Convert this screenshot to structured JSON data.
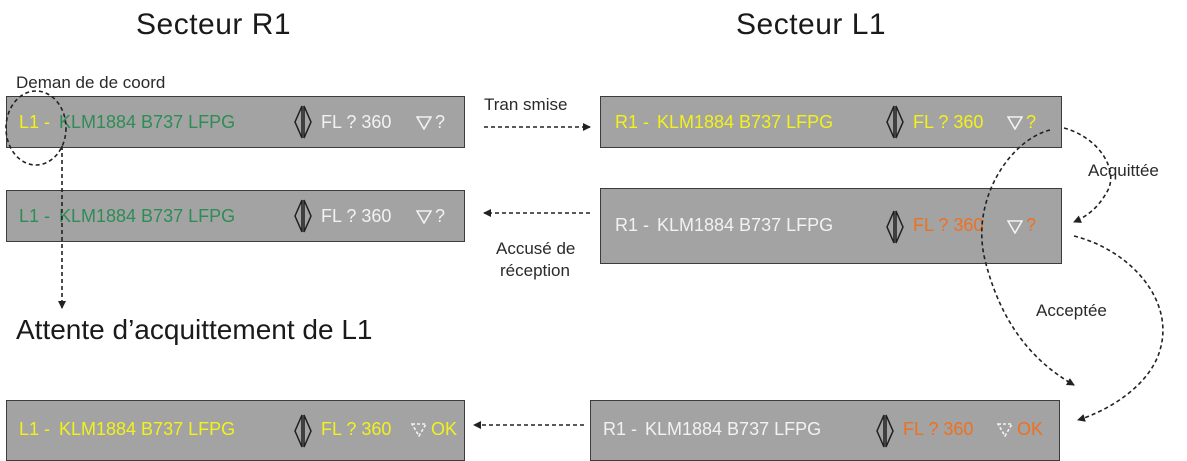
{
  "titles": {
    "left": "Secteur R1",
    "right": "Secteur L1"
  },
  "captions": {
    "request": "Deman de de coord",
    "transmitted": "Tran smise",
    "acknowledged": "Acquittée",
    "receipt_line1": "Accusé de",
    "receipt_line2": "réception",
    "accepted": "Acceptée",
    "waiting": "Attente d’acquittement de L1"
  },
  "colors": {
    "yellow": "#f2f21a",
    "green": "#2e8c55",
    "white": "#f2f2f2",
    "orange": "#f0701e",
    "strip": "#a3a3a3"
  },
  "strips": {
    "r1_row1": {
      "sector": "L1 -",
      "flight": "KLM1884 B737 LFPG",
      "fl": "FL ? 360",
      "status": "?"
    },
    "l1_row1": {
      "sector": "R1 -",
      "flight": "KLM1884 B737 LFPG",
      "fl": "FL ? 360",
      "status": "?"
    },
    "r1_row2": {
      "sector": "L1 -",
      "flight": "KLM1884 B737 LFPG",
      "fl": "FL ? 360",
      "status": "?"
    },
    "l1_row2": {
      "sector": "R1 -",
      "flight": "KLM1884 B737 LFPG",
      "fl": "FL ? 360",
      "status": "?"
    },
    "r1_row3": {
      "sector": "L1 -",
      "flight": "KLM1884 B737 LFPG",
      "fl": "FL ? 360",
      "status": "OK"
    },
    "l1_row3": {
      "sector": "R1 -",
      "flight": "KLM1884 B737 LFPG",
      "fl": "FL ? 360",
      "status": "OK"
    }
  }
}
